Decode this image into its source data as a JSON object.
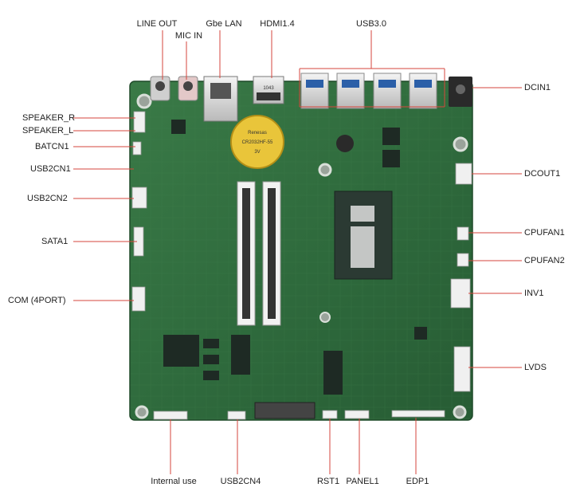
{
  "diagram": {
    "callout_color": "#d6463c",
    "board_color": "#2f6b3d",
    "labels": {
      "line_out": "LINE OUT",
      "mic_in": "MIC IN",
      "gbe_lan": "Gbe LAN",
      "hdmi": "HDMI1.4",
      "usb30": "USB3.0",
      "speaker_r": "SPEAKER_R",
      "speaker_l": "SPEAKER_L",
      "batcn1": "BATCN1",
      "usb2cn1": "USB2CN1",
      "usb2cn2": "USB2CN2",
      "sata1": "SATA1",
      "com": "COM (4PORT)",
      "dcin1": "DCIN1",
      "dcout1": "DCOUT1",
      "cpufan1": "CPUFAN1",
      "cpufan2": "CPUFAN2",
      "inv1": "INV1",
      "lvds": "LVDS",
      "internal_use": "Internal use",
      "usb2cn4": "USB2CN4",
      "rst1": "RST1",
      "panel1": "PANEL1",
      "edp1": "EDP1"
    },
    "board_text": {
      "battery": "Renesas CR2032HF-55 3V",
      "hdmi_marking": "1043"
    }
  }
}
